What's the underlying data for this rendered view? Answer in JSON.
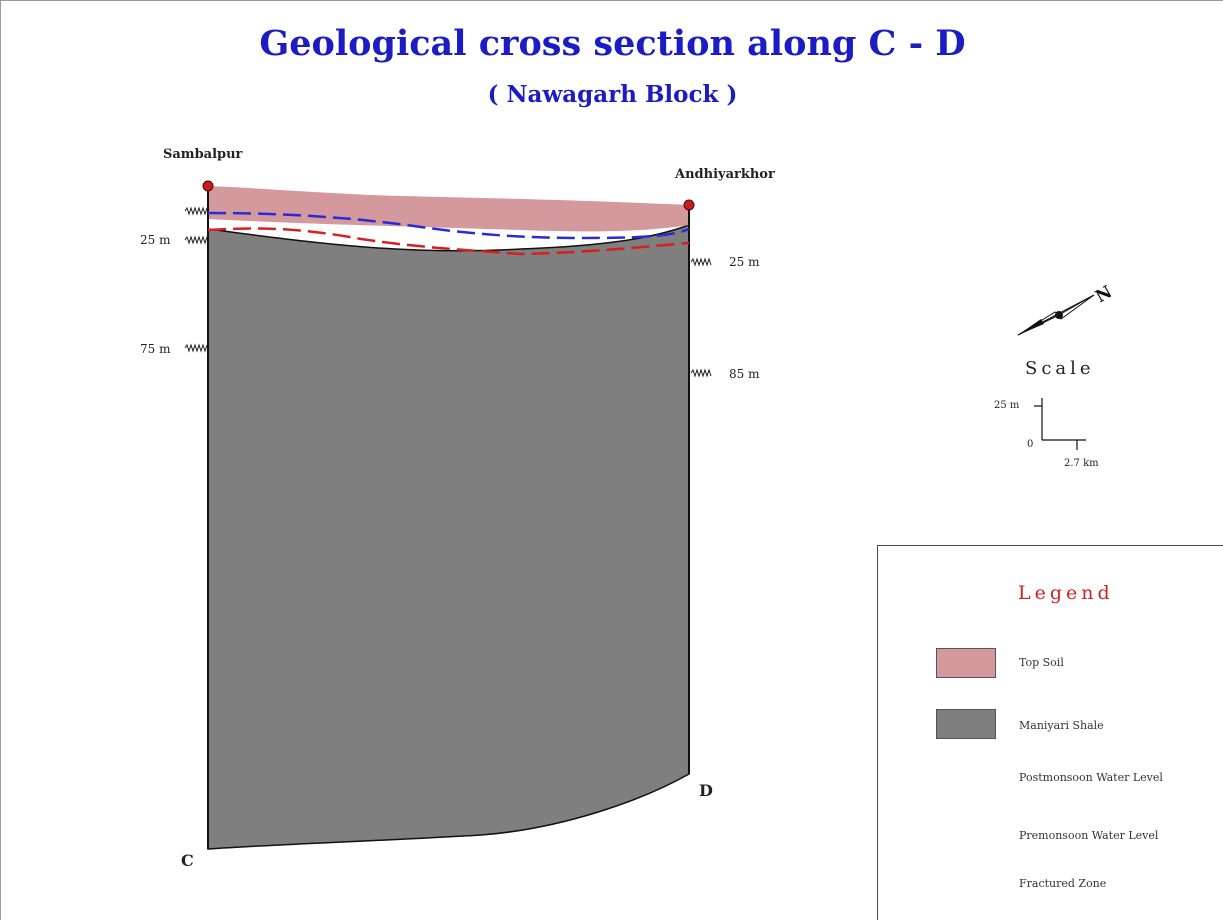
{
  "title": "Geological cross section along C - D",
  "subtitle": "( Nawagarh Block )",
  "sites": {
    "left": "Sambalpur",
    "right": "Andhiyarkhor"
  },
  "corners": {
    "left": "C",
    "right": "D"
  },
  "depth_labels": {
    "left": [
      "25 m",
      "75 m"
    ],
    "right": [
      "25 m",
      "85 m"
    ]
  },
  "north_label": "N",
  "scale": {
    "title": "Scale",
    "vertical_label": "25 m",
    "origin_label": "0",
    "horizontal_label": "2.7 km"
  },
  "legend": {
    "title": "Legend",
    "items": [
      {
        "label": "Top Soil",
        "type": "swatch",
        "color": "#d4999c"
      },
      {
        "label": "Maniyari Shale",
        "type": "swatch",
        "color": "#7f7f7f"
      },
      {
        "label": "Postmonsoon Water Level",
        "type": "dash",
        "color": "#2a2ad8"
      },
      {
        "label": "Premonsoon Water Level",
        "type": "dash",
        "color": "#d42020"
      },
      {
        "label": "Fractured Zone",
        "type": "zigzag",
        "color": "#333333"
      }
    ]
  },
  "colors": {
    "title": "#1c1cc4",
    "top_soil": "#d4999c",
    "shale": "#7f7f7f",
    "postmonsoon": "#2a2ad8",
    "premonsoon": "#d42020",
    "legend_title": "#cc2222",
    "well_marker": "#c02020"
  }
}
